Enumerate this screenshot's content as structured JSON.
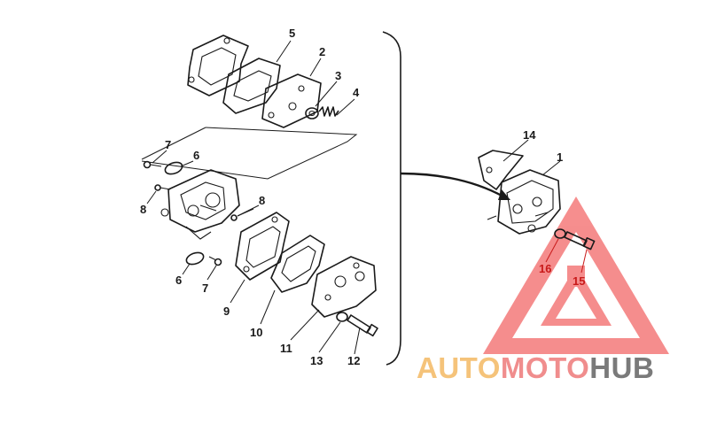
{
  "callouts": {
    "c1": "1",
    "c2": "2",
    "c3": "3",
    "c4": "4",
    "c5": "5",
    "c6a": "6",
    "c6b": "6",
    "c7a": "7",
    "c7b": "7",
    "c8a": "8",
    "c8b": "8",
    "c9": "9",
    "c10": "10",
    "c11": "11",
    "c12": "12",
    "c13": "13",
    "c14": "14",
    "c15": "15",
    "c16": "16"
  },
  "watermark": {
    "part1": "AUTO",
    "part2": "MOTO",
    "part3": "HUB"
  },
  "colors": {
    "ink": "#1a1a1a",
    "logo_red": "#f06a6a",
    "callout_red": "#c81a1a",
    "logo_orange": "#f5c37a",
    "logo_gray": "#7a7a7a"
  }
}
